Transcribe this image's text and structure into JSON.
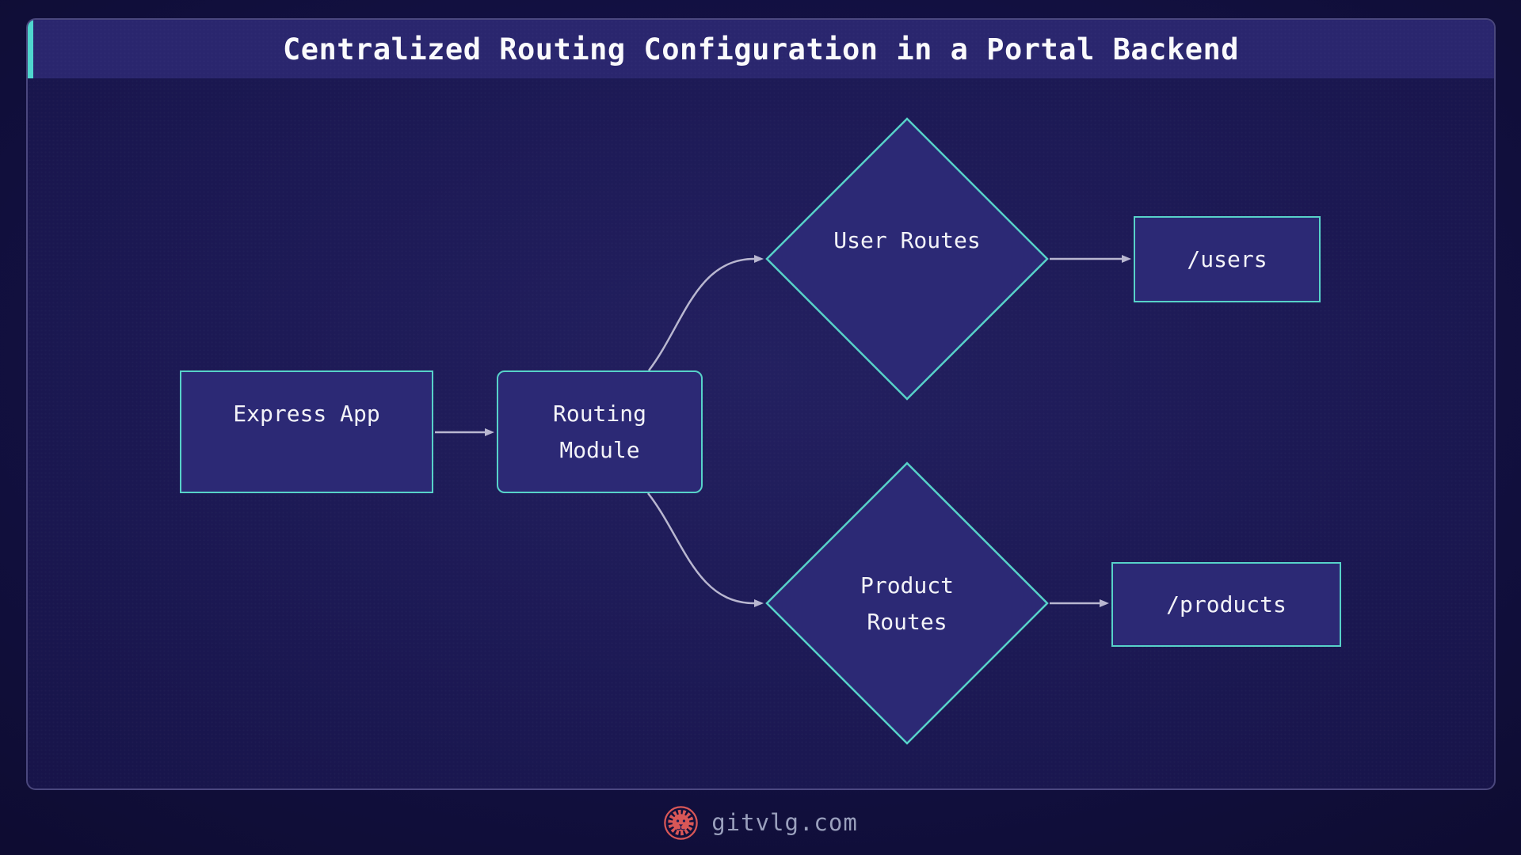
{
  "title": "Centralized Routing Configuration in a Portal Backend",
  "diagram": {
    "nodes": [
      {
        "id": "express-app",
        "label": "Express App",
        "shape": "rectangle"
      },
      {
        "id": "routing-module",
        "label": "Routing Module",
        "shape": "rounded-rectangle"
      },
      {
        "id": "user-routes",
        "label": "User Routes",
        "shape": "diamond"
      },
      {
        "id": "users-endpoint",
        "label": "/users",
        "shape": "rectangle"
      },
      {
        "id": "product-routes",
        "label": "Product Routes",
        "shape": "diamond"
      },
      {
        "id": "products-endpoint",
        "label": "/products",
        "shape": "rectangle"
      }
    ],
    "edges": [
      {
        "from": "express-app",
        "to": "routing-module"
      },
      {
        "from": "routing-module",
        "to": "user-routes"
      },
      {
        "from": "routing-module",
        "to": "product-routes"
      },
      {
        "from": "user-routes",
        "to": "users-endpoint"
      },
      {
        "from": "product-routes",
        "to": "products-endpoint"
      }
    ]
  },
  "footer": {
    "site": "gitvlg.com",
    "logo": "lion-logo"
  },
  "colors": {
    "accent_teal": "#4fd6ce",
    "node_border": "#57d2c9",
    "node_fill": "#2c2975",
    "node_text": "#f3f3f8",
    "edge_line": "#b9b7d0",
    "title_bar_bg": "#2a266e",
    "panel_bg": "#1c1954",
    "page_bg": "#121040",
    "logo_red": "#d95757",
    "footer_text": "#9aa0bd"
  }
}
